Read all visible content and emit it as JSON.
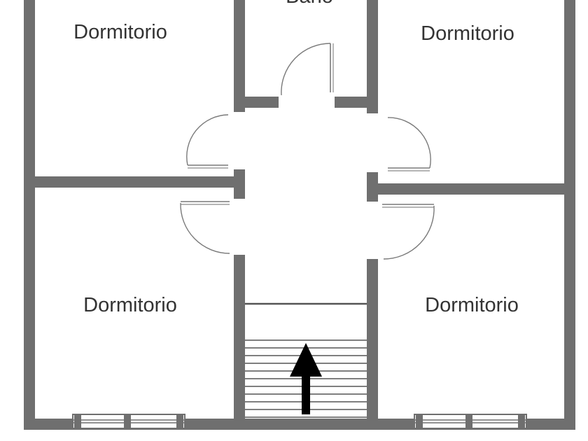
{
  "diagram": {
    "rooms": {
      "top_left": "Dormitorio",
      "top_center": "Baño",
      "top_right": "Dormitorio",
      "bottom_left": "Dormitorio",
      "bottom_right": "Dormitorio"
    },
    "colors": {
      "wall": "#6f6f6f",
      "door": "#7a7a7a",
      "stairs": "#555555",
      "arrow": "#000000",
      "text": "#333333",
      "background": "#ffffff"
    }
  }
}
